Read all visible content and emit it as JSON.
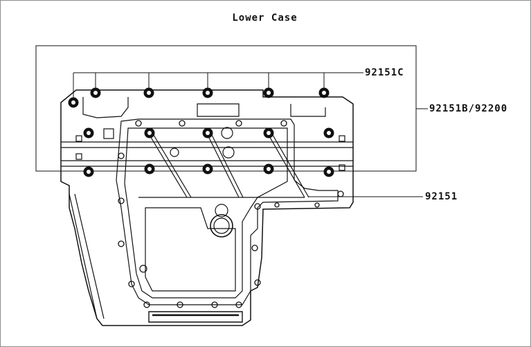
{
  "title": "Lower Case",
  "callouts": [
    {
      "id": "c1",
      "text": "92151C"
    },
    {
      "id": "c2",
      "text": "92151B/92200"
    },
    {
      "id": "c3",
      "text": "92151"
    }
  ]
}
